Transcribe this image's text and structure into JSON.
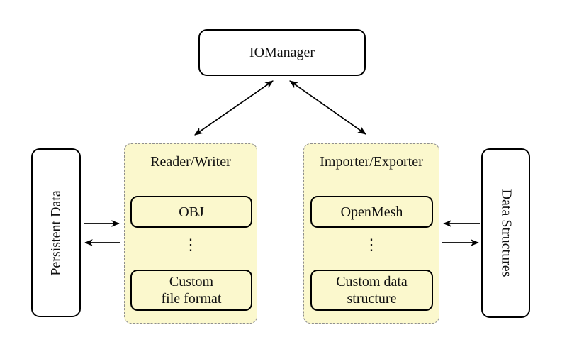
{
  "nodes": {
    "iomanager": {
      "label": "IOManager"
    },
    "persistent_data": {
      "label": "Persistent Data"
    },
    "data_structures": {
      "label": "Data Structures"
    }
  },
  "groups": {
    "reader_writer": {
      "title": "Reader/Writer",
      "item_top": "OBJ",
      "ellipsis": "⋮",
      "item_bottom_line1": "Custom",
      "item_bottom_line2": "file format"
    },
    "importer_exporter": {
      "title": "Importer/Exporter",
      "item_top": "OpenMesh",
      "ellipsis": "⋮",
      "item_bottom_line1": "Custom data",
      "item_bottom_line2": "structure"
    }
  },
  "edges": [
    {
      "from": "IOManager",
      "to": "Reader/Writer",
      "direction": "bidirectional"
    },
    {
      "from": "IOManager",
      "to": "Importer/Exporter",
      "direction": "bidirectional"
    },
    {
      "from": "Persistent Data",
      "to": "Reader/Writer",
      "direction": "forward"
    },
    {
      "from": "Reader/Writer",
      "to": "Persistent Data",
      "direction": "forward"
    },
    {
      "from": "Data Structures",
      "to": "Importer/Exporter",
      "direction": "forward"
    },
    {
      "from": "Importer/Exporter",
      "to": "Data Structures",
      "direction": "forward"
    }
  ],
  "colors": {
    "group_fill": "#fbf8cd",
    "group_border": "#8f8f8f",
    "node_fill": "#ffffff",
    "node_border": "#000000",
    "arrow": "#000000"
  }
}
